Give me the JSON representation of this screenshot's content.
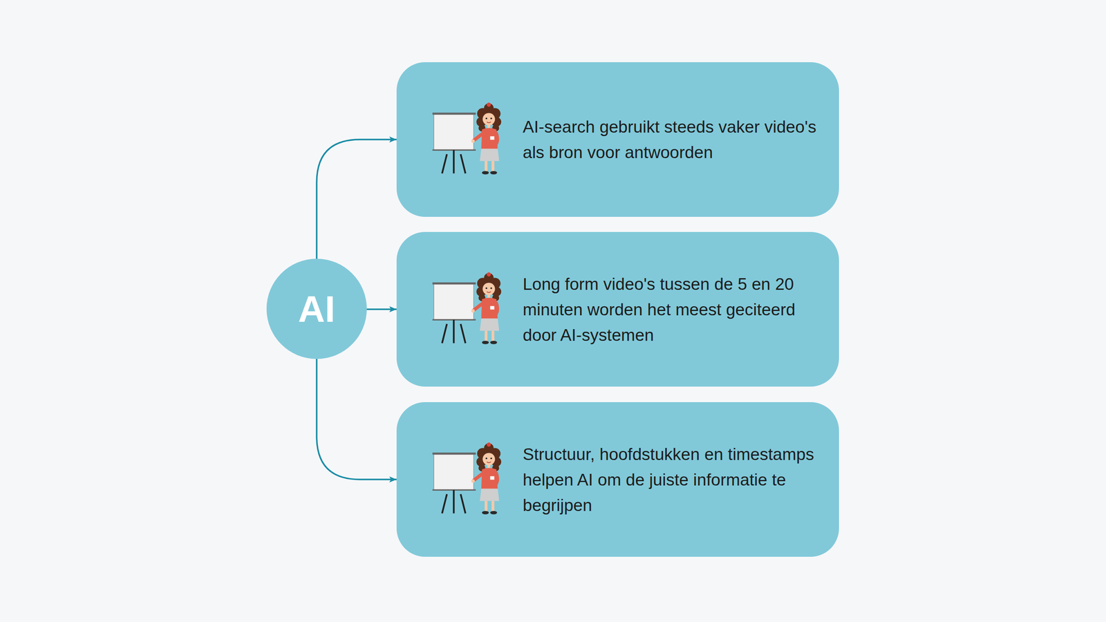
{
  "diagram": {
    "nodes": [
      {
        "text": [
          "AI"
        ]
      },
      {
        "text": [
          "AI-search gebruikt steeds vaker video's als bron voor antwoorden"
        ]
      },
      {
        "text": [
          "Long form video's tussen de 5 en 20 minuten worden het meest geciteerd door AI-systemen"
        ]
      },
      {
        "text": [
          "Structuur, hoofdstukken en timestamps helpen AI om de juiste informatie te begrijpen"
        ]
      }
    ],
    "edges": [
      {
        "from": 0,
        "to": 1,
        "arrow": "to"
      },
      {
        "from": 0,
        "to": 2,
        "arrow": "to"
      },
      {
        "from": 0,
        "to": 3,
        "arrow": "to"
      }
    ]
  }
}
